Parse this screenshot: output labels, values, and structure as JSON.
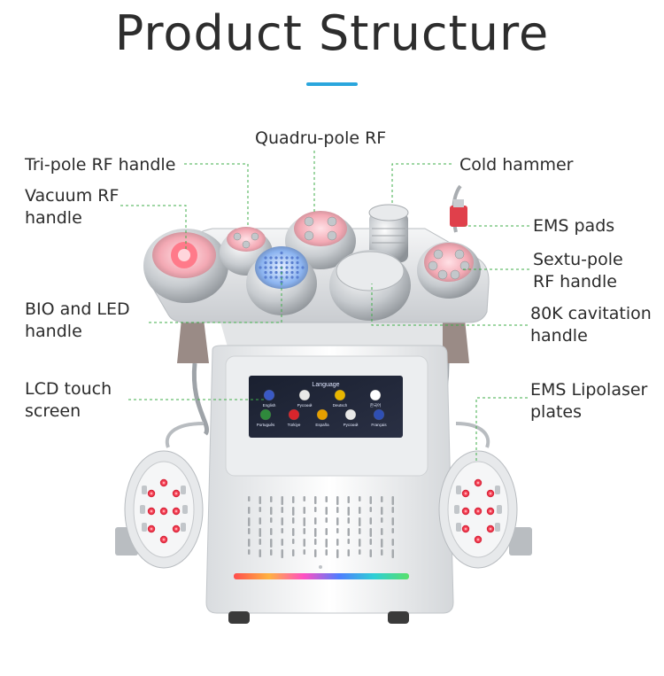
{
  "title": "Product Structure",
  "labels": {
    "quadru_pole_rf": "Quadru-pole RF",
    "tri_pole_rf": "Tri-pole RF handle",
    "cold_hammer": "Cold hammer",
    "vacuum_rf_1": "Vacuum RF",
    "vacuum_rf_2": "handle",
    "ems_pads": "EMS pads",
    "sextu_pole_1": "Sextu-pole",
    "sextu_pole_2": "RF handle",
    "bio_led_1": "BIO and LED",
    "bio_led_2": "handle",
    "cavitation_1": "80K cavitation",
    "cavitation_2": "handle",
    "lcd_1": "LCD touch",
    "lcd_2": "screen",
    "lipolaser_1": "EMS Lipolaser",
    "lipolaser_2": "plates"
  },
  "screen": {
    "heading": "Language",
    "languages": [
      "English",
      "Pусский",
      "Deutsch",
      "한국어",
      "Português",
      "Türkiye",
      "España",
      "Pусский",
      "Français"
    ]
  },
  "colors": {
    "accent": "#2aa6dd",
    "leader": "#3fae49",
    "led_red": "#e8253d"
  }
}
